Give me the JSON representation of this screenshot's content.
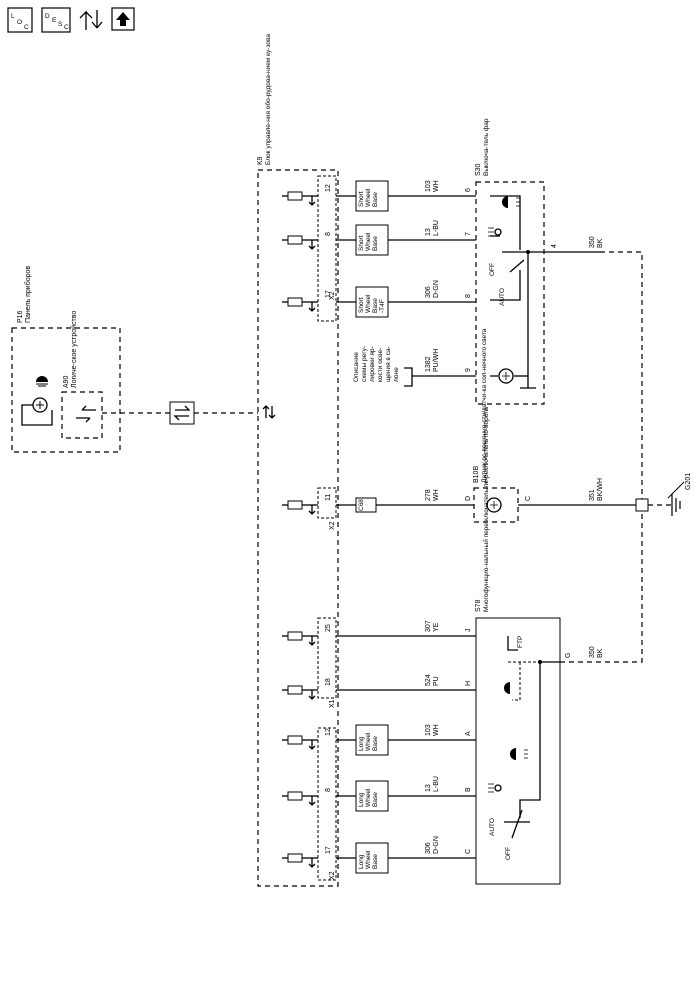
{
  "toolbar": {
    "loc_label": "L O C",
    "desc_label": "D E S C"
  },
  "modules": {
    "k9": {
      "ref": "K9",
      "name": "Блок управле-ния обо-рудова-нием ку-зова"
    },
    "p16": {
      "ref": "P16",
      "name": "Панель приборов"
    },
    "a90": {
      "ref": "A90",
      "name": "Логиче-ское устройство"
    },
    "s30": {
      "ref": "S30",
      "name": "Выключа-тель фар"
    },
    "b10b": {
      "ref": "B10B",
      "name": "Датчик ос-вещенно-сти/датчи-ка сол-нечного света"
    },
    "s78": {
      "ref": "S78",
      "name": "Многофункцио-нальный пере-ключатель/пе-реключатель по-ворота"
    }
  },
  "connectors": {
    "x2_top": "X2",
    "x2_bottom": "X2",
    "x1": "X1"
  },
  "pins": {
    "k9_12a": "12",
    "k9_8a": "8",
    "k9_17a": "17",
    "k9_11": "11",
    "k9_25": "25",
    "k9_18": "18",
    "k9_12b": "12",
    "k9_8b": "8",
    "k9_17b": "17",
    "s30_6": "6",
    "s30_7": "7",
    "s30_8": "8",
    "s30_9": "9",
    "s30_4": "4",
    "b10b_d": "D",
    "b10b_c": "C",
    "s78_j": "J",
    "s78_h": "H",
    "s78_a": "A",
    "s78_b": "B",
    "s78_c": "C",
    "s78_g": "G"
  },
  "wires": {
    "w1": {
      "num": "103",
      "color": "WH"
    },
    "w2": {
      "num": "13",
      "color": "L-BU"
    },
    "w3": {
      "num": "306",
      "color": "D-GN"
    },
    "w4": {
      "num": "1382",
      "color": "PU/WH"
    },
    "w5": {
      "num": "278",
      "color": "WH"
    },
    "w6": {
      "num": "307",
      "color": "YE"
    },
    "w7": {
      "num": "524",
      "color": "PU"
    },
    "w8": {
      "num": "103",
      "color": "WH"
    },
    "w9": {
      "num": "13",
      "color": "L-BU"
    },
    "w10": {
      "num": "306",
      "color": "D-GN"
    },
    "w11": {
      "num": "350",
      "color": "BK"
    },
    "w12": {
      "num": "351",
      "color": "BK/WH"
    },
    "w13": {
      "num": "350",
      "color": "BK"
    }
  },
  "options": {
    "o1": [
      "Short",
      "Wheel",
      "Base"
    ],
    "o2": [
      "Short",
      "Wheel",
      "Base"
    ],
    "o3": [
      "Short",
      "Wheel",
      "Base",
      "-T4F"
    ],
    "o4": [
      "C68"
    ],
    "o5": [
      "Long",
      "Wheel",
      "Base"
    ],
    "o6": [
      "Long",
      "Wheel",
      "Base"
    ],
    "o7": [
      "Long",
      "Wheel",
      "Base"
    ]
  },
  "switch_labels": {
    "off_top": "OFF",
    "auto_top": "AUTO",
    "off_bottom": "OFF",
    "auto_bottom": "AUTO",
    "ftp": "FTP"
  },
  "ground": {
    "ref": "G201"
  },
  "note": "Описание схемы регу-лировки яр-кости освещения в са-лоне"
}
